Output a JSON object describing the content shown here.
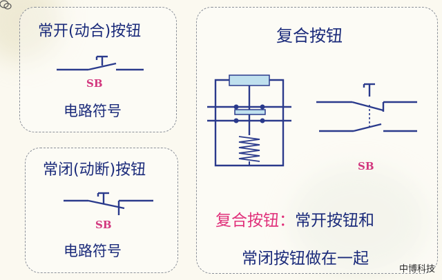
{
  "panel_no": {
    "title": "常开(动合)按钮",
    "sb": "SB",
    "subtitle": "电路符号"
  },
  "panel_nc": {
    "title": "常闭(动断)按钮",
    "sb": "SB",
    "subtitle": "电路符号"
  },
  "panel_combo": {
    "title": "复合按钮",
    "sb": "SB",
    "caption_head": "复合按钮：",
    "caption_tail": "常开按钮和",
    "caption_line2": "常闭按钮做在一起"
  },
  "watermark": "中博科技",
  "colors": {
    "line": "#2a3a8c",
    "text": "#1a2a7a",
    "accent": "#d2377e",
    "button_cap": "#bfe0ee",
    "contact": "#bfe0ee"
  }
}
